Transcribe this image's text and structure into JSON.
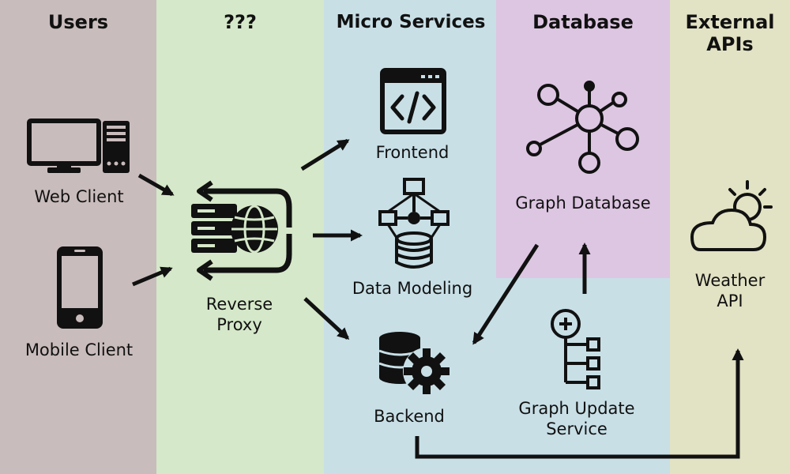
{
  "colors": {
    "users": "#c9bcbc",
    "proxy": "#d5e8c9",
    "micro": "#c8dfe6",
    "database": "#ddc6e2",
    "external": "#e2e2c4",
    "ink": "#111111"
  },
  "columns": {
    "users": "Users",
    "proxy": "???",
    "micro": "Micro Services",
    "database": "Database",
    "external": "External APIs"
  },
  "nodes": {
    "web_client": "Web Client",
    "mobile_client": "Mobile Client",
    "reverse_proxy": "Reverse Proxy",
    "frontend": "Frontend",
    "data_modeling": "Data Modeling",
    "backend": "Backend",
    "graph_database": "Graph Database",
    "graph_update_service": "Graph Update Service",
    "weather_api": "Weather API"
  },
  "icons": {
    "web_client": "desktop-computer-icon",
    "mobile_client": "smartphone-icon",
    "reverse_proxy": "reverse-proxy-icon",
    "frontend": "code-window-icon",
    "data_modeling": "data-model-icon",
    "backend": "database-gear-icon",
    "graph_database": "graph-network-icon",
    "graph_update_service": "hierarchy-add-icon",
    "weather_api": "cloud-sun-icon"
  }
}
